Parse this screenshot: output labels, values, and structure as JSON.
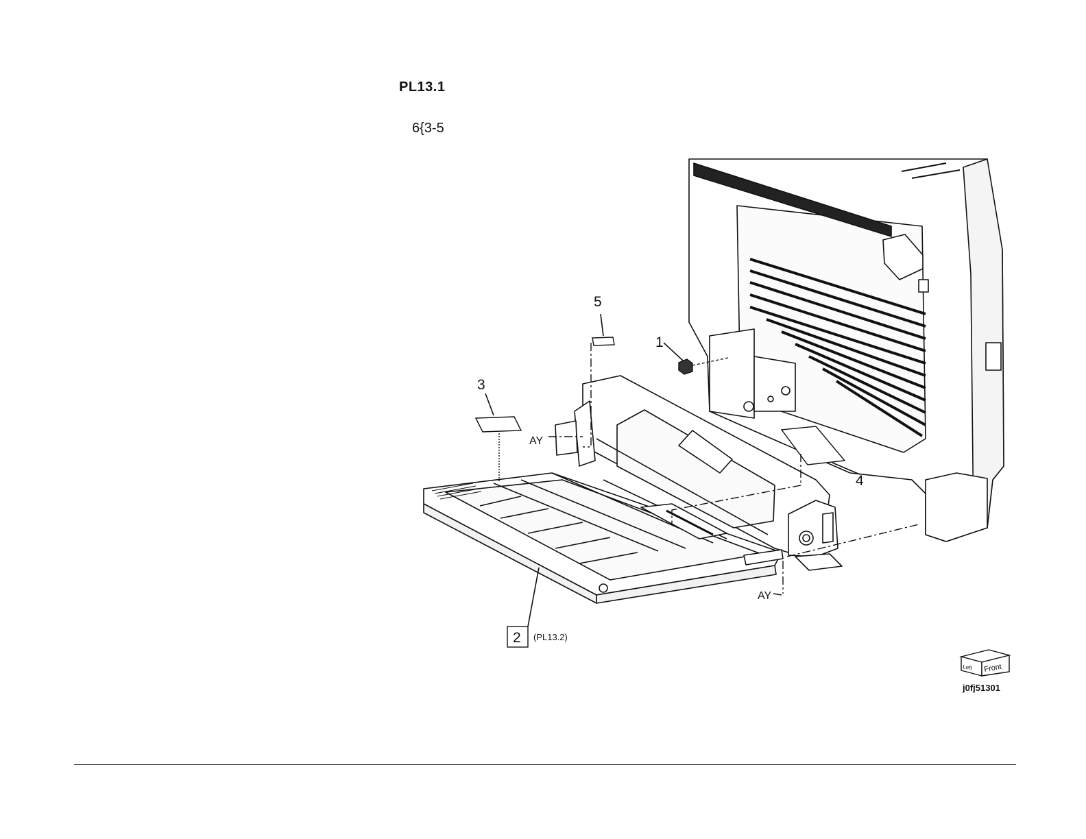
{
  "header": {
    "parts_list": "PL13.1",
    "sub_ref": "6{3-5"
  },
  "callouts": {
    "item1": "1",
    "item2": "2",
    "item2_ref": "(PL13.2)",
    "item3": "3",
    "item4": "4",
    "item5": "5",
    "screw_a": "AY",
    "screw_b": "AY"
  },
  "orientation": {
    "left": "Left",
    "front": "Front"
  },
  "figure_id": "j0fj51301",
  "colors": {
    "ink": "#111111",
    "paper": "#ffffff"
  }
}
